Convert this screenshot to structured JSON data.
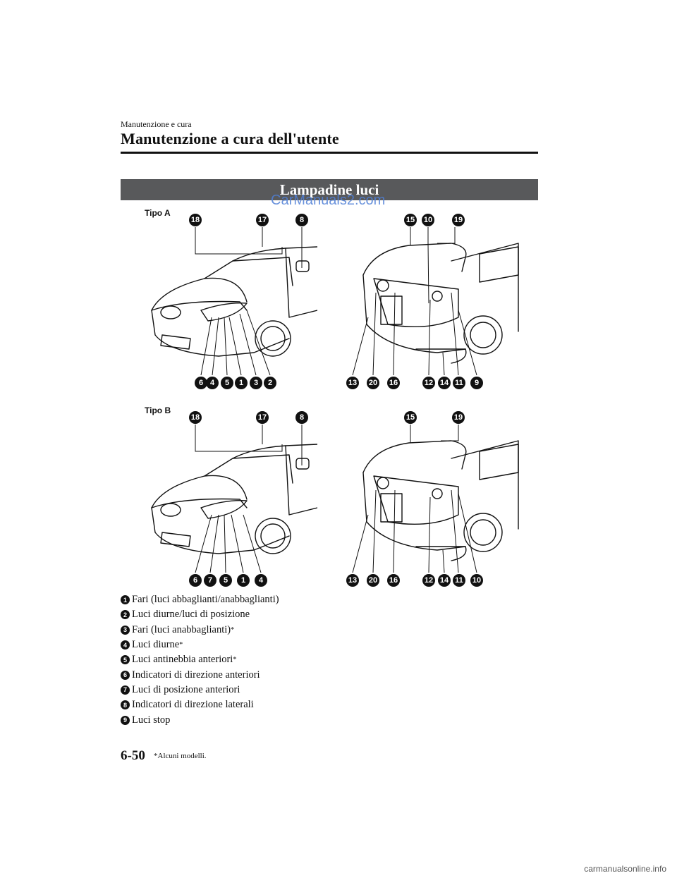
{
  "header": {
    "breadcrumb": "Manutenzione e cura",
    "title": "Manutenzione a cura dell'utente"
  },
  "section": {
    "title": "Lampadine luci"
  },
  "watermark": "CarManuals2.com",
  "figures": {
    "type_a": {
      "label": "Tipo A",
      "front_top": [
        "18",
        "17",
        "8"
      ],
      "front_bottom": [
        "6",
        "4",
        "5",
        "1",
        "3",
        "2"
      ],
      "rear_top": [
        "15",
        "10",
        "19"
      ],
      "rear_bottom": [
        "13",
        "20",
        "16",
        "12",
        "14",
        "11",
        "9"
      ]
    },
    "type_b": {
      "label": "Tipo B",
      "front_top": [
        "18",
        "17",
        "8"
      ],
      "front_bottom": [
        "6",
        "7",
        "5",
        "1",
        "4"
      ],
      "rear_top": [
        "15",
        "19"
      ],
      "rear_bottom": [
        "13",
        "20",
        "16",
        "12",
        "14",
        "11",
        "10"
      ]
    }
  },
  "legend": [
    {
      "num": "1",
      "text": "Fari (luci abbaglianti/anabbaglianti)",
      "note": ""
    },
    {
      "num": "2",
      "text": "Luci diurne/luci di posizione",
      "note": ""
    },
    {
      "num": "3",
      "text": "Fari (luci anabbaglianti)",
      "note": "*"
    },
    {
      "num": "4",
      "text": "Luci diurne",
      "note": "*"
    },
    {
      "num": "5",
      "text": "Luci antinebbia anteriori",
      "note": "*"
    },
    {
      "num": "6",
      "text": "Indicatori di direzione anteriori",
      "note": ""
    },
    {
      "num": "7",
      "text": "Luci di posizione anteriori",
      "note": ""
    },
    {
      "num": "8",
      "text": "Indicatori di direzione laterali",
      "note": ""
    },
    {
      "num": "9",
      "text": "Luci stop",
      "note": ""
    }
  ],
  "footer": {
    "page_number": "6-50",
    "footnote": "*Alcuni modelli."
  },
  "site_mark": "carmanualsonline.info"
}
